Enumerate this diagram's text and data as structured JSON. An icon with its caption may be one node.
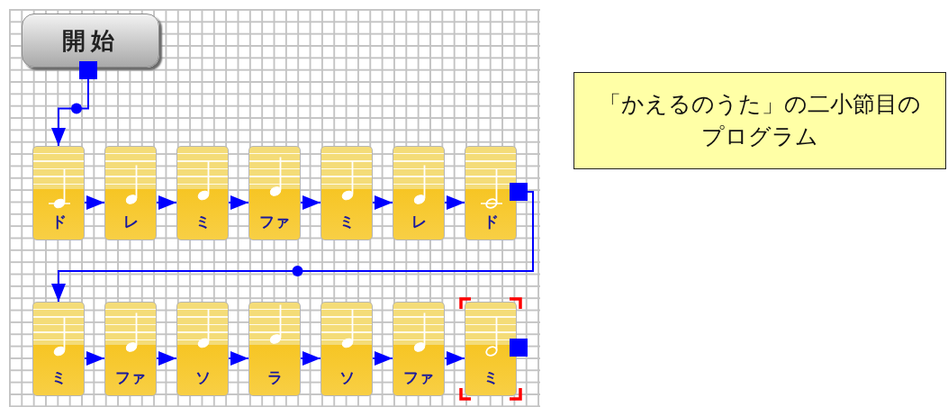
{
  "diagram": {
    "nodes": [
      {
        "text": [
          "開始"
        ]
      },
      {
        "text": [
          "ド"
        ]
      },
      {
        "text": [
          "レ"
        ]
      },
      {
        "text": [
          "ミ"
        ]
      },
      {
        "text": [
          "ファ"
        ]
      },
      {
        "text": [
          "ミ"
        ]
      },
      {
        "text": [
          "レ"
        ]
      },
      {
        "text": [
          "ド"
        ]
      },
      {
        "text": [
          "ミ"
        ]
      },
      {
        "text": [
          "ファ"
        ]
      },
      {
        "text": [
          "ソ"
        ]
      },
      {
        "text": [
          "ラ"
        ]
      },
      {
        "text": [
          "ソ"
        ]
      },
      {
        "text": [
          "ファ"
        ]
      },
      {
        "text": [
          "ミ"
        ]
      },
      {
        "text": [
          "「かえるのうた」の二小節目のプログラム"
        ]
      }
    ],
    "edges": [
      {
        "from": 0,
        "to": 1,
        "arrow": "to"
      },
      {
        "from": 1,
        "to": 2,
        "arrow": "to"
      },
      {
        "from": 2,
        "to": 3,
        "arrow": "to"
      },
      {
        "from": 3,
        "to": 4,
        "arrow": "to"
      },
      {
        "from": 4,
        "to": 5,
        "arrow": "to"
      },
      {
        "from": 5,
        "to": 6,
        "arrow": "to"
      },
      {
        "from": 6,
        "to": 7,
        "arrow": "to"
      },
      {
        "from": 7,
        "to": 8,
        "arrow": "to"
      },
      {
        "from": 8,
        "to": 9,
        "arrow": "to"
      },
      {
        "from": 9,
        "to": 10,
        "arrow": "to"
      },
      {
        "from": 10,
        "to": 11,
        "arrow": "to"
      },
      {
        "from": 11,
        "to": 12,
        "arrow": "to"
      },
      {
        "from": 12,
        "to": 13,
        "arrow": "to"
      },
      {
        "from": 13,
        "to": 14,
        "arrow": "to"
      }
    ]
  }
}
